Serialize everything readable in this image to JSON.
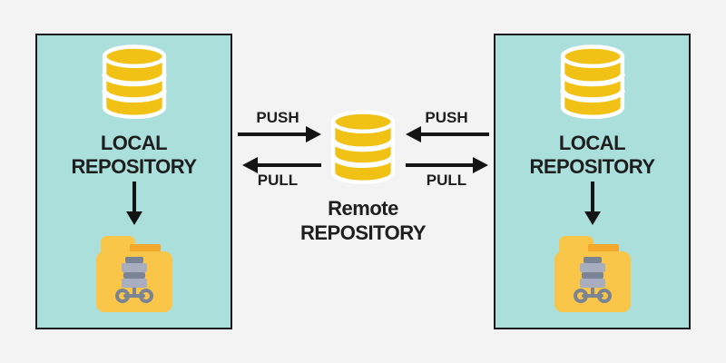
{
  "colors": {
    "background": "#f3f3f4",
    "box_fill": "#aadfdb",
    "box_border": "#16161d",
    "db_yellow": "#f2c116",
    "db_outline": "#ffffff",
    "folder_yellow": "#f9c64a",
    "folder_orange": "#f4a72b",
    "icon_gray_dark": "#7b8494",
    "icon_gray_light": "#a8aec0",
    "arrow_color": "#141414",
    "text_color": "#1e1e1e"
  },
  "left_repository": {
    "line1": "LOCAL",
    "line2": "REPOSITORY"
  },
  "right_repository": {
    "line1": "LOCAL",
    "line2": "REPOSITORY"
  },
  "remote_repository": {
    "line1": "Remote",
    "line2": "REPOSITORY"
  },
  "flows": {
    "left_push": {
      "label": "PUSH",
      "from": "local-repository-left",
      "to": "remote-repository"
    },
    "left_pull": {
      "label": "PULL",
      "from": "remote-repository",
      "to": "local-repository-left"
    },
    "right_push": {
      "label": "PUSH",
      "from": "local-repository-right",
      "to": "remote-repository"
    },
    "right_pull": {
      "label": "PULL",
      "from": "remote-repository",
      "to": "local-repository-right"
    }
  }
}
